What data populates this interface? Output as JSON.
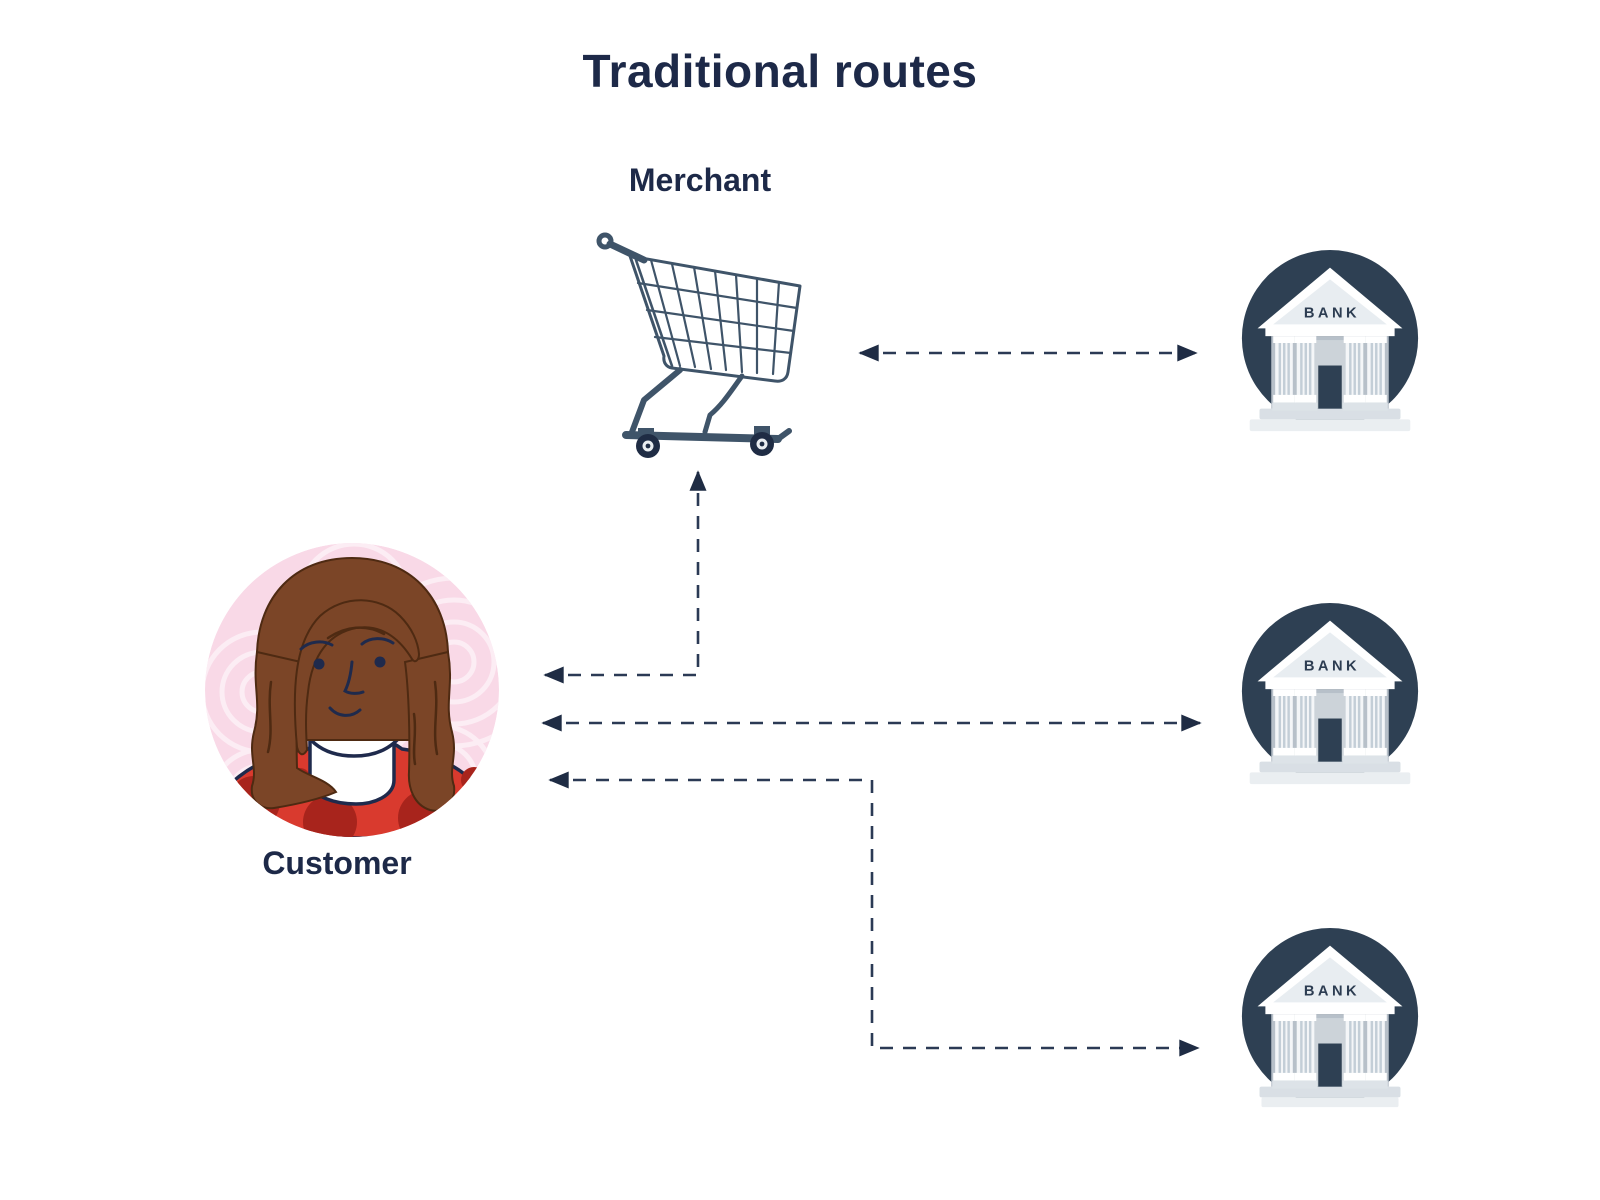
{
  "title": "Traditional routes",
  "merchant": {
    "label": "Merchant"
  },
  "customer": {
    "label": "Customer"
  },
  "banks": [
    {
      "label": "BANK"
    },
    {
      "label": "BANK"
    },
    {
      "label": "BANK"
    }
  ],
  "connections": [
    {
      "from": "merchant",
      "to": "bank-1",
      "style": "dashed",
      "bidirectional": true
    },
    {
      "from": "customer",
      "to": "merchant",
      "style": "dashed",
      "bidirectional": true
    },
    {
      "from": "customer",
      "to": "bank-2",
      "style": "dashed",
      "bidirectional": true
    },
    {
      "from": "customer",
      "to": "bank-3",
      "style": "dashed",
      "bidirectional": true
    }
  ],
  "colors": {
    "heading_text": "#1d2948",
    "arrow": "#2b3a55",
    "bank_circle": "#2e4053",
    "bank_building_light": "#ffffff",
    "bank_building_mid": "#b7c0c9",
    "cart_stroke": "#3f5469",
    "customer_background": "#f9d9e7",
    "customer_shirt": "#d93a2e",
    "customer_shirt_dots": "#a8241c",
    "customer_hair": "#7b4527"
  }
}
